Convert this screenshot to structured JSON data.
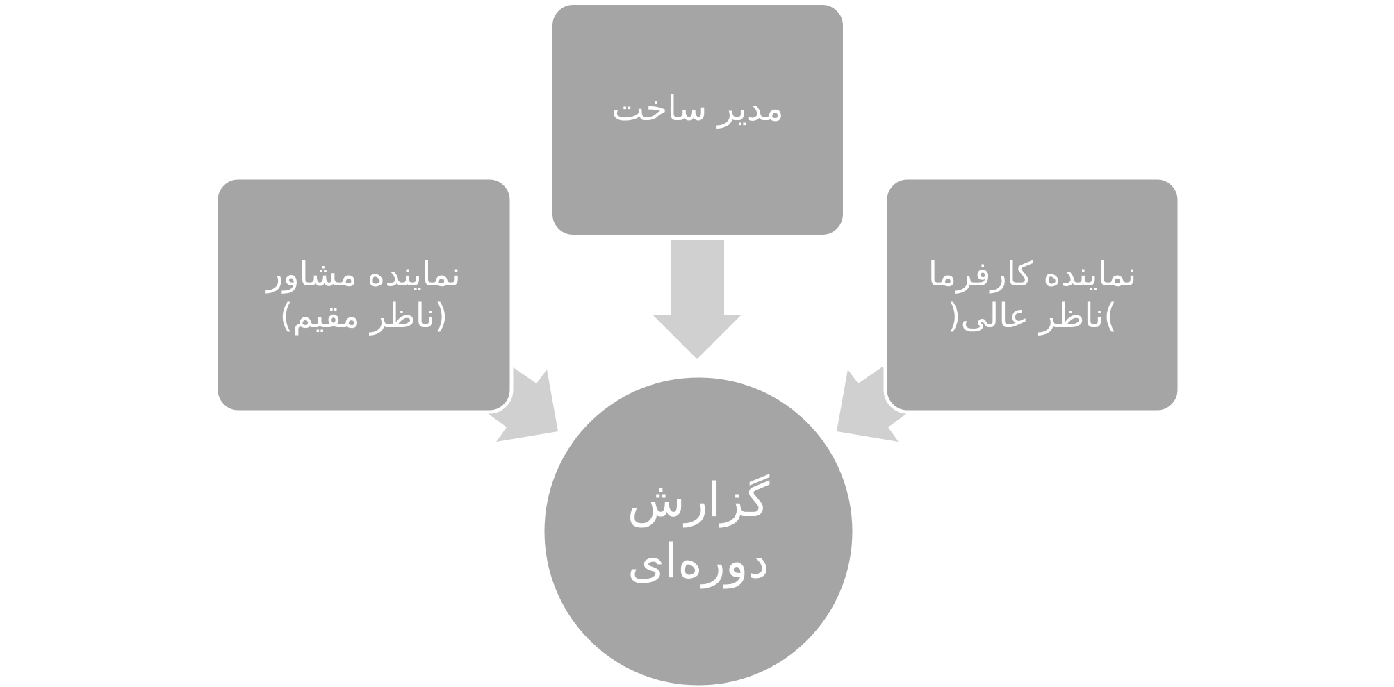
{
  "diagram": {
    "type": "converging-radial",
    "colors": {
      "background": "#ffffff",
      "node_fill": "#a5a5a5",
      "arrow_fill": "#d0d0d0",
      "text": "#ffffff",
      "outline": "#ffffff"
    },
    "nodes": {
      "top": {
        "shape": "rounded-rectangle",
        "lines": [
          "مدیر ساخت"
        ]
      },
      "left": {
        "shape": "rounded-rectangle",
        "lines": [
          "نماینده مشاور",
          "(ناظر مقیم)"
        ]
      },
      "right": {
        "shape": "rounded-rectangle",
        "lines": [
          "نماینده کارفرما",
          ")ناظر عالی("
        ]
      },
      "center": {
        "shape": "circle",
        "lines": [
          "گزارش",
          "دوره‌ای"
        ]
      }
    },
    "edges": [
      {
        "from": "top",
        "to": "center"
      },
      {
        "from": "left",
        "to": "center"
      },
      {
        "from": "right",
        "to": "center"
      }
    ]
  }
}
